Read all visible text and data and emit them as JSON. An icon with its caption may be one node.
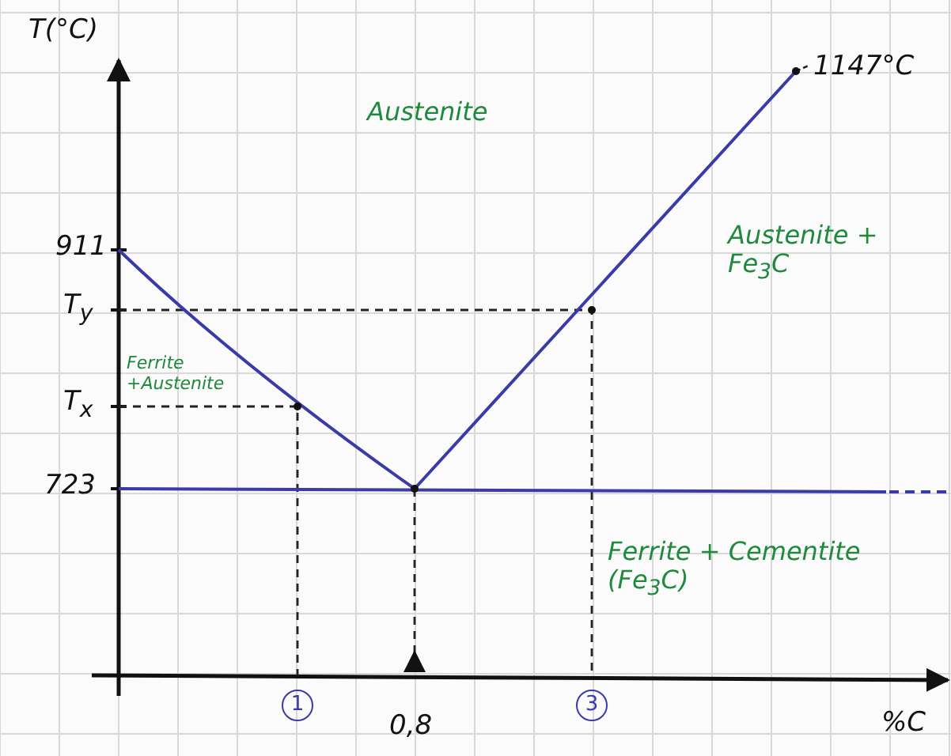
{
  "diagram": {
    "labels": [
      "T(°C)",
      "1147°C",
      "Austenite",
      "911",
      "Austenite + Fe$_{3}$C",
      "T$_{y}$",
      "Ferrite +Austenite",
      "T$_{x}$",
      "723",
      "Ferrite + Cementite (Fe$_{3}$C)",
      "1",
      "0,8",
      "3",
      "%C"
    ]
  }
}
